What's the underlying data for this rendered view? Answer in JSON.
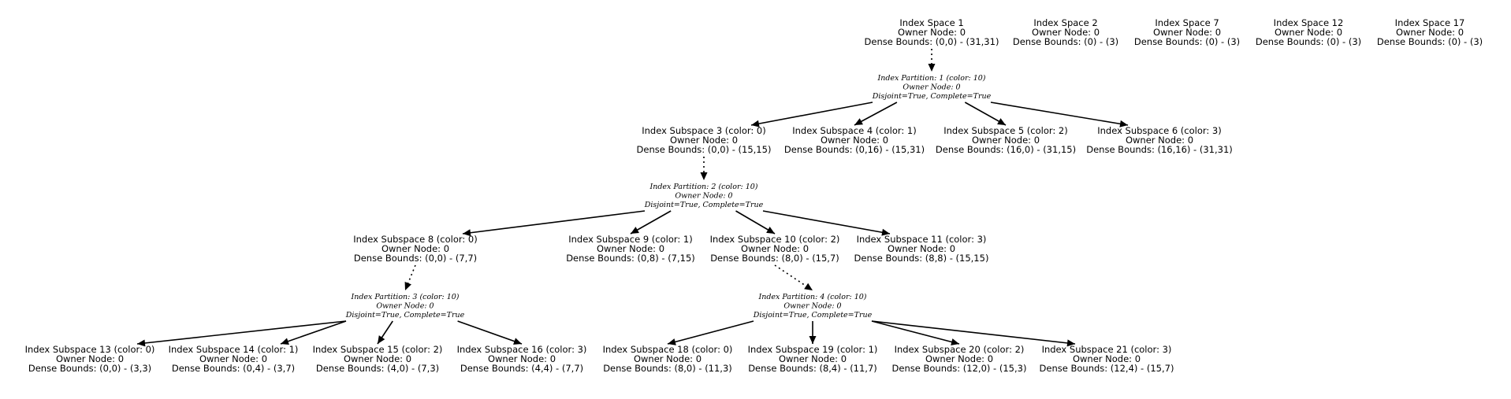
{
  "index_spaces": [
    {
      "id": "is1",
      "lines": [
        "Index Space 1",
        "Owner Node: 0",
        "Dense Bounds: (0,0) - (31,31)"
      ]
    },
    {
      "id": "is2",
      "lines": [
        "Index Space 2",
        "Owner Node: 0",
        "Dense Bounds: (0) - (3)"
      ]
    },
    {
      "id": "is7",
      "lines": [
        "Index Space 7",
        "Owner Node: 0",
        "Dense Bounds: (0) - (3)"
      ]
    },
    {
      "id": "is12",
      "lines": [
        "Index Space 12",
        "Owner Node: 0",
        "Dense Bounds: (0) - (3)"
      ]
    },
    {
      "id": "is17",
      "lines": [
        "Index Space 17",
        "Owner Node: 0",
        "Dense Bounds: (0) - (3)"
      ]
    }
  ],
  "partitions": [
    {
      "id": "p1",
      "lines": [
        "Index Partition: 1 (color: 10)",
        "Owner Node: 0",
        "Disjoint=True, Complete=True"
      ]
    },
    {
      "id": "p2",
      "lines": [
        "Index Partition: 2 (color: 10)",
        "Owner Node: 0",
        "Disjoint=True, Complete=True"
      ]
    },
    {
      "id": "p3",
      "lines": [
        "Index Partition: 3 (color: 10)",
        "Owner Node: 0",
        "Disjoint=True, Complete=True"
      ]
    },
    {
      "id": "p4",
      "lines": [
        "Index Partition: 4 (color: 10)",
        "Owner Node: 0",
        "Disjoint=True, Complete=True"
      ]
    }
  ],
  "subspaces": [
    {
      "id": "s3",
      "lines": [
        "Index Subspace 3 (color: 0)",
        "Owner Node: 0",
        "Dense Bounds: (0,0) - (15,15)"
      ]
    },
    {
      "id": "s4",
      "lines": [
        "Index Subspace 4 (color: 1)",
        "Owner Node: 0",
        "Dense Bounds: (0,16) - (15,31)"
      ]
    },
    {
      "id": "s5",
      "lines": [
        "Index Subspace 5 (color: 2)",
        "Owner Node: 0",
        "Dense Bounds: (16,0) - (31,15)"
      ]
    },
    {
      "id": "s6",
      "lines": [
        "Index Subspace 6 (color: 3)",
        "Owner Node: 0",
        "Dense Bounds: (16,16) - (31,31)"
      ]
    },
    {
      "id": "s8",
      "lines": [
        "Index Subspace 8 (color: 0)",
        "Owner Node: 0",
        "Dense Bounds: (0,0) - (7,7)"
      ]
    },
    {
      "id": "s9",
      "lines": [
        "Index Subspace 9 (color: 1)",
        "Owner Node: 0",
        "Dense Bounds: (0,8) - (7,15)"
      ]
    },
    {
      "id": "s10",
      "lines": [
        "Index Subspace 10 (color: 2)",
        "Owner Node: 0",
        "Dense Bounds: (8,0) - (15,7)"
      ]
    },
    {
      "id": "s11",
      "lines": [
        "Index Subspace 11 (color: 3)",
        "Owner Node: 0",
        "Dense Bounds: (8,8) - (15,15)"
      ]
    },
    {
      "id": "s13",
      "lines": [
        "Index Subspace 13 (color: 0)",
        "Owner Node: 0",
        "Dense Bounds: (0,0) - (3,3)"
      ]
    },
    {
      "id": "s14",
      "lines": [
        "Index Subspace 14 (color: 1)",
        "Owner Node: 0",
        "Dense Bounds: (0,4) - (3,7)"
      ]
    },
    {
      "id": "s15",
      "lines": [
        "Index Subspace 15 (color: 2)",
        "Owner Node: 0",
        "Dense Bounds: (4,0) - (7,3)"
      ]
    },
    {
      "id": "s16",
      "lines": [
        "Index Subspace 16 (color: 3)",
        "Owner Node: 0",
        "Dense Bounds: (4,4) - (7,7)"
      ]
    },
    {
      "id": "s18",
      "lines": [
        "Index Subspace 18 (color: 0)",
        "Owner Node: 0",
        "Dense Bounds: (8,0) - (11,3)"
      ]
    },
    {
      "id": "s19",
      "lines": [
        "Index Subspace 19 (color: 1)",
        "Owner Node: 0",
        "Dense Bounds: (8,4) - (11,7)"
      ]
    },
    {
      "id": "s20",
      "lines": [
        "Index Subspace 20 (color: 2)",
        "Owner Node: 0",
        "Dense Bounds: (12,0) - (15,3)"
      ]
    },
    {
      "id": "s21",
      "lines": [
        "Index Subspace 21 (color: 3)",
        "Owner Node: 0",
        "Dense Bounds: (12,4) - (15,7)"
      ]
    }
  ],
  "edges": [
    {
      "from": "is1",
      "to": "p1",
      "style": "dotted"
    },
    {
      "from": "p1",
      "to": "s3",
      "style": "solid"
    },
    {
      "from": "p1",
      "to": "s4",
      "style": "solid"
    },
    {
      "from": "p1",
      "to": "s5",
      "style": "solid"
    },
    {
      "from": "p1",
      "to": "s6",
      "style": "solid"
    },
    {
      "from": "s3",
      "to": "p2",
      "style": "dotted"
    },
    {
      "from": "p2",
      "to": "s8",
      "style": "solid"
    },
    {
      "from": "p2",
      "to": "s9",
      "style": "solid"
    },
    {
      "from": "p2",
      "to": "s10",
      "style": "solid"
    },
    {
      "from": "p2",
      "to": "s11",
      "style": "solid"
    },
    {
      "from": "s8",
      "to": "p3",
      "style": "dotted"
    },
    {
      "from": "p3",
      "to": "s13",
      "style": "solid"
    },
    {
      "from": "p3",
      "to": "s14",
      "style": "solid"
    },
    {
      "from": "p3",
      "to": "s15",
      "style": "solid"
    },
    {
      "from": "p3",
      "to": "s16",
      "style": "solid"
    },
    {
      "from": "s10",
      "to": "p4",
      "style": "dotted"
    },
    {
      "from": "p4",
      "to": "s18",
      "style": "solid"
    },
    {
      "from": "p4",
      "to": "s19",
      "style": "solid"
    },
    {
      "from": "p4",
      "to": "s20",
      "style": "solid"
    },
    {
      "from": "p4",
      "to": "s21",
      "style": "solid"
    }
  ]
}
